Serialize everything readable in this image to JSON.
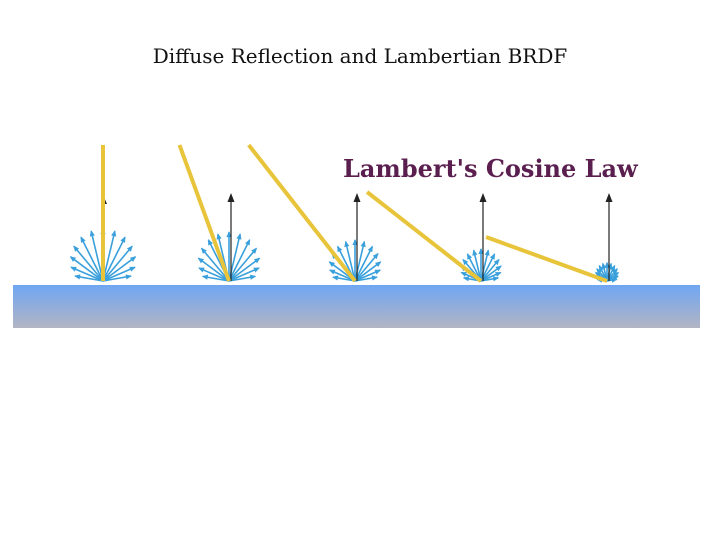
{
  "slide": {
    "title": "Diffuse Reflection and Lambertian BRDF"
  },
  "figure": {
    "law_label": "Lambert's Cosine Law",
    "incident_angles_deg": [
      0,
      20,
      38,
      52,
      70
    ],
    "colors": {
      "incident_ray": "#e8c43a",
      "reflected_ray": "#3aa0dc",
      "normal_arrow": "#222222",
      "surface_top": "#6fa6f2",
      "surface_bottom": "#b3b5c4",
      "label": "#5a1f4f"
    }
  }
}
